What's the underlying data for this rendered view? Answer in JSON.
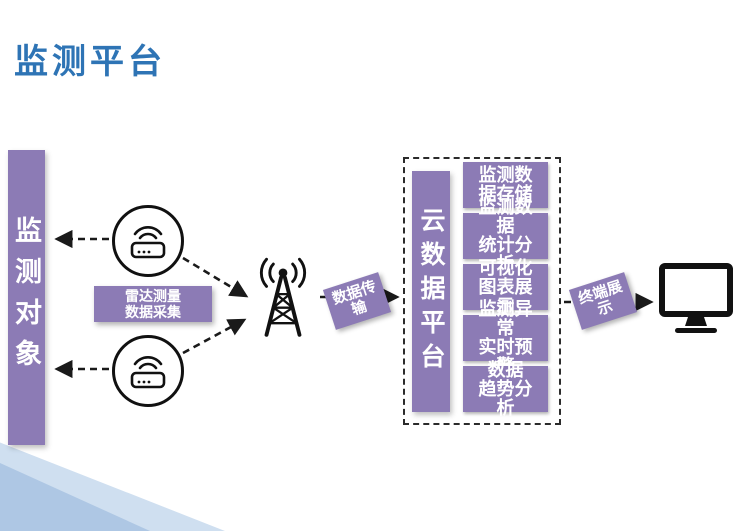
{
  "title": "监测平台",
  "monitor_target": {
    "label": "监测对象"
  },
  "collection": {
    "badge": "雷达测量\n数据采集"
  },
  "transmission": {
    "badge": "数据传输"
  },
  "cloud": {
    "bar_label": "云数据平台",
    "functions": [
      "监测数据存储",
      "监测数据\n统计分析",
      "可视化图表展示",
      "监测异常\n实时预警",
      "数据\n趋势分析"
    ]
  },
  "terminal": {
    "badge": "终端展示"
  },
  "colors": {
    "purple": "#8C7BB5",
    "title": "#2E74B5",
    "arrow": "#1A1A1A",
    "deco_light": "#CFDFF0",
    "deco_dark": "#A8C3E2"
  }
}
